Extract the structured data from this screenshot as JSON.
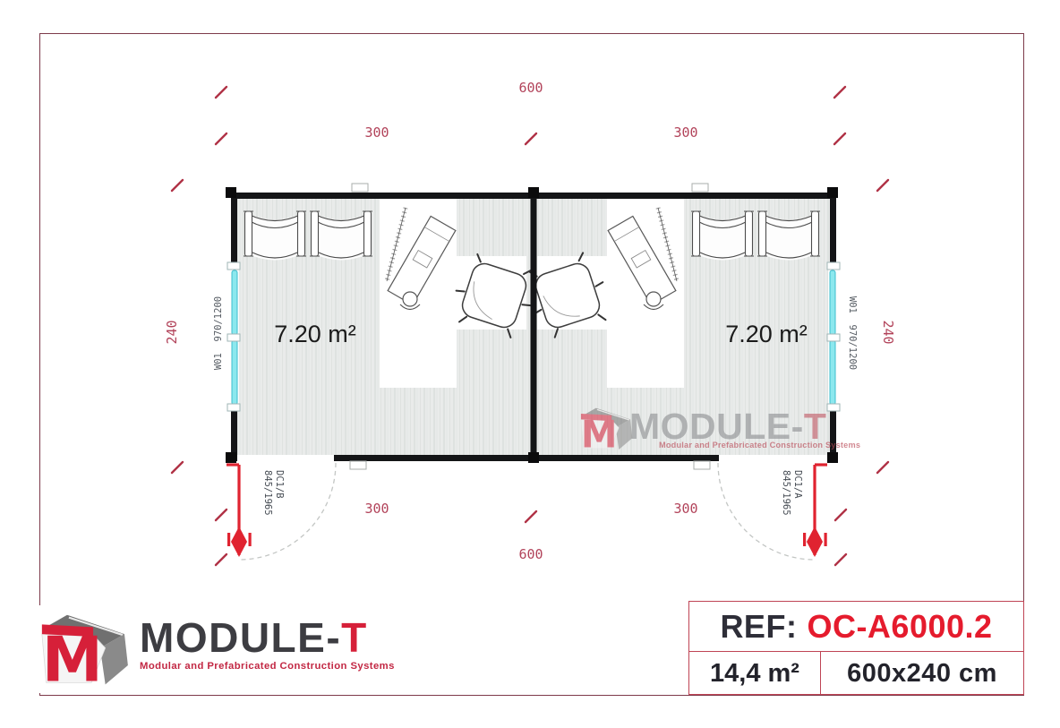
{
  "plan": {
    "dimensions": {
      "top_total": "600",
      "top_left": "300",
      "top_right": "300",
      "left_side": "240",
      "right_side": "240",
      "bottom_left": "300",
      "bottom_right": "300",
      "bottom_total": "600"
    },
    "rooms": {
      "left_area": "7.20 m²",
      "right_area": "7.20 m²"
    },
    "windows": {
      "left_label": "W01  970/1200",
      "right_label": "W01  970/1200"
    },
    "doors": {
      "left_code": "DC1/B",
      "left_dims": "845/1965",
      "right_code": "DC1/A",
      "right_dims": "845/1965"
    }
  },
  "watermark": {
    "brand": "MODULE-",
    "brand_accent": "T",
    "tagline": "Modular and Prefabricated Construction Systems"
  },
  "logo": {
    "monogram": "M",
    "brand": "MODULE-",
    "brand_accent": "T",
    "tagline": "Modular and Prefabricated Construction Systems"
  },
  "ref": {
    "label": "REF:",
    "value": "OC-A6000.2",
    "area": "14,4 m²",
    "size": "600x240 cm"
  },
  "colors": {
    "dimension_red": "#b2435a",
    "door_red": "#e02330",
    "window_cyan": "#8ce8ee",
    "wall_black": "#141517",
    "brand_red": "#d62039",
    "sheet_border": "#7d3a4a",
    "ref_value_red": "#e51b2d"
  }
}
